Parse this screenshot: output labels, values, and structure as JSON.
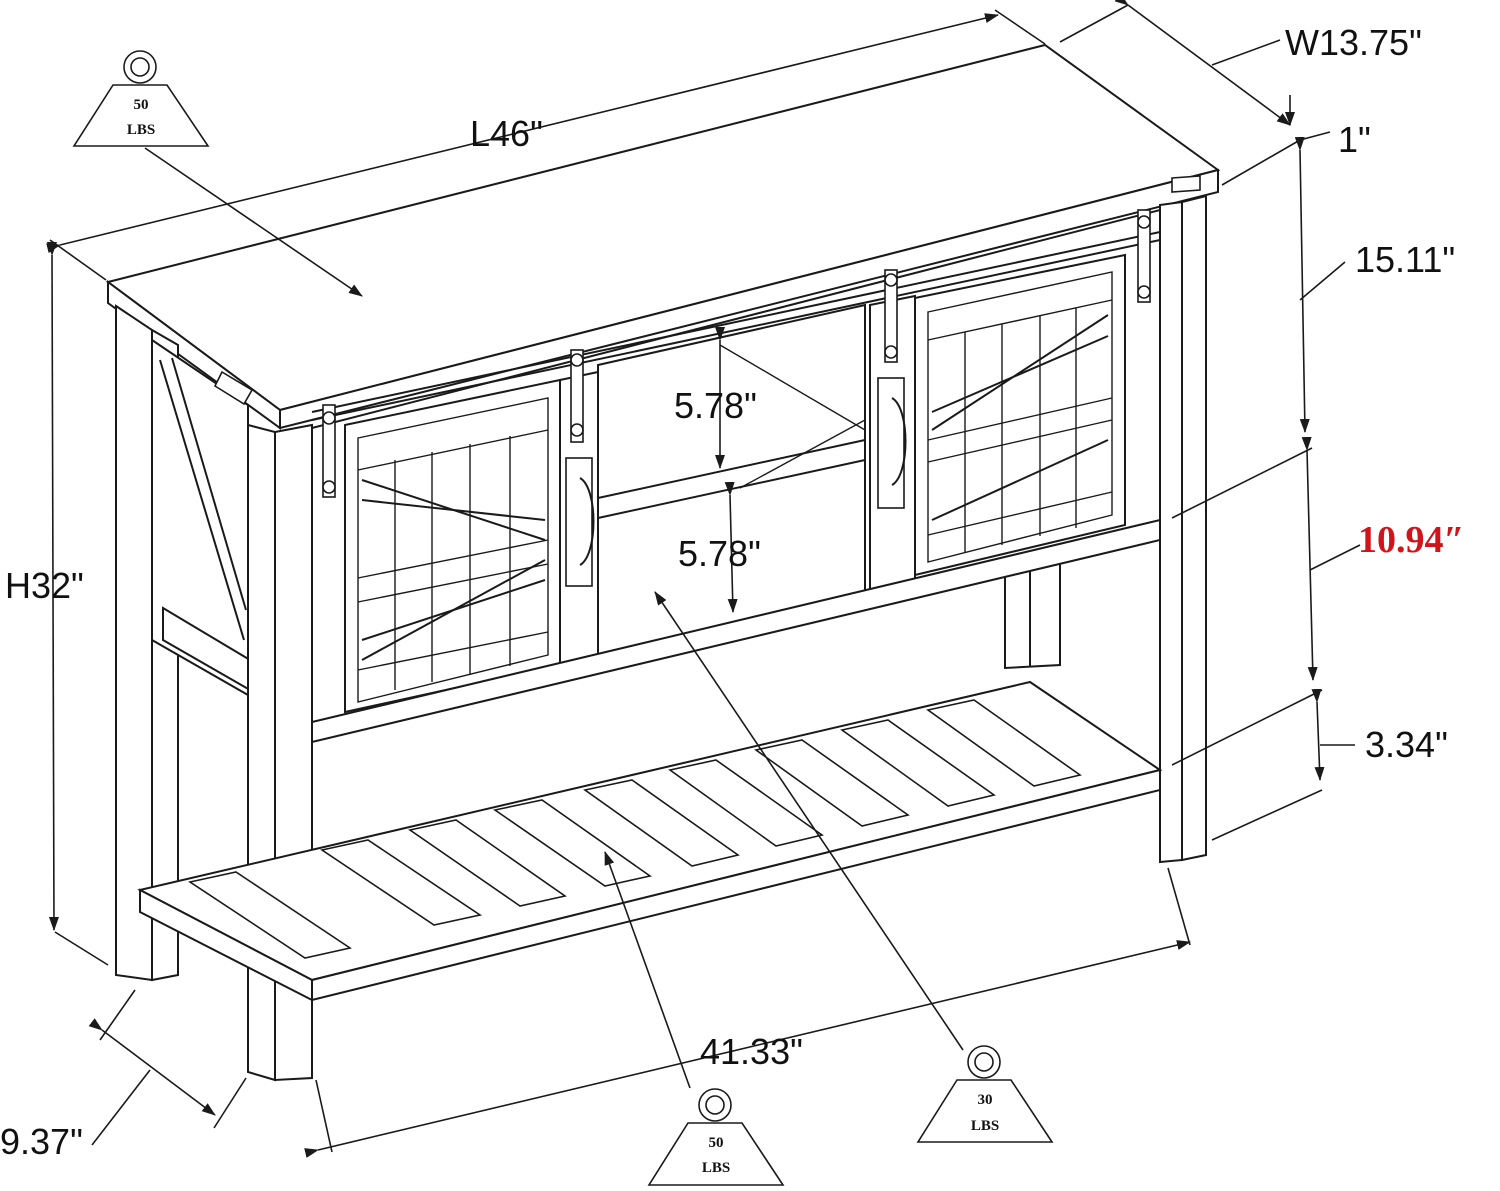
{
  "dimensions": {
    "length": "L46\"",
    "width": "W13.75\"",
    "top_thickness": "1\"",
    "upper_section": "15.11\"",
    "cabinet_clearance": "10.94″",
    "bottom_gap": "3.34\"",
    "height": "H32\"",
    "compartment_upper": "5.78\"",
    "compartment_lower": "5.78\"",
    "shelf_length": "41.33\"",
    "shelf_depth": "9.37\""
  },
  "weight_badges": {
    "top": {
      "value": "50",
      "unit": "LBS"
    },
    "bottom_shelf": {
      "value": "50",
      "unit": "LBS"
    },
    "middle_compartment": {
      "value": "30",
      "unit": "LBS"
    }
  },
  "colors": {
    "line": "#1a1a1a",
    "highlight": "#d0141a",
    "background": "#ffffff"
  }
}
